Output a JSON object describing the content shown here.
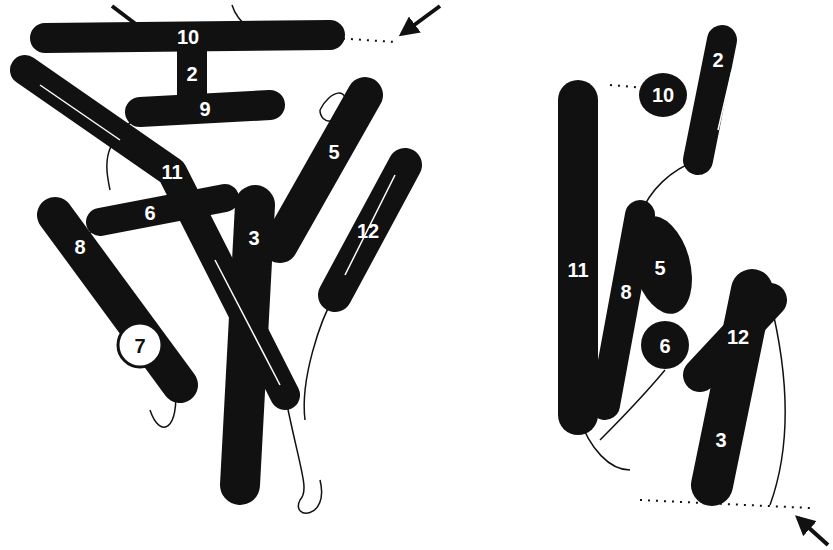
{
  "diagram": {
    "labels": [
      "10",
      "2",
      "9",
      "5",
      "11",
      "6",
      "8",
      "3",
      "12",
      "7",
      "10",
      "2",
      "11",
      "8",
      "5",
      "6",
      "12",
      "3"
    ]
  }
}
